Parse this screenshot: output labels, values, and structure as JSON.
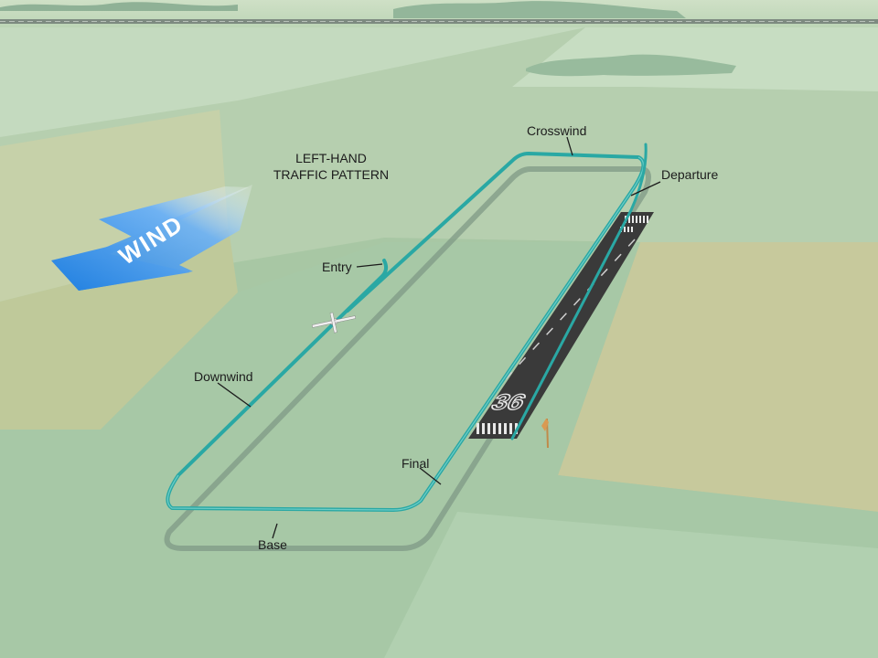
{
  "diagram": {
    "title_line1": "LEFT-HAND",
    "title_line2": "TRAFFIC PATTERN",
    "wind_arrow_text": "WIND",
    "runway_number": "36",
    "legs": {
      "crosswind": "Crosswind",
      "departure": "Departure",
      "entry": "Entry",
      "downwind": "Downwind",
      "final": "Final",
      "base": "Base"
    }
  },
  "colors": {
    "flight_path": "#2aa8a4",
    "ground_track": "#7f9a86",
    "runway": "#3a3a3a",
    "wind_arrow": "#1f7fe0"
  }
}
